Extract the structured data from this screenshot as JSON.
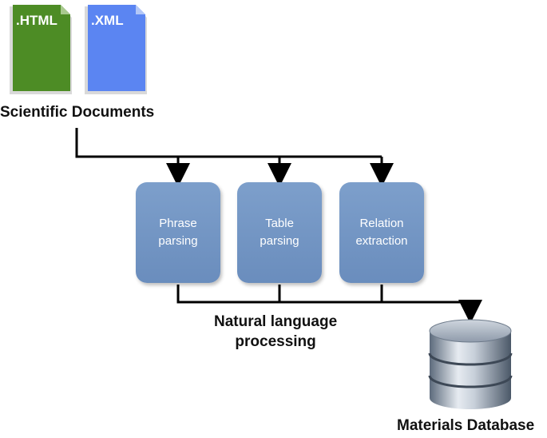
{
  "documents": [
    {
      "label": ".HTML",
      "color": "#4d8c25"
    },
    {
      "label": ".XML",
      "color": "#5b85f2"
    }
  ],
  "documents_caption": "Scientific Documents",
  "processes": [
    {
      "label": "Phrase\nparsing"
    },
    {
      "label": "Table\nparsing"
    },
    {
      "label": "Relation\nextraction"
    }
  ],
  "nlp_caption": "Natural language\nprocessing",
  "database_caption": "Materials Database"
}
